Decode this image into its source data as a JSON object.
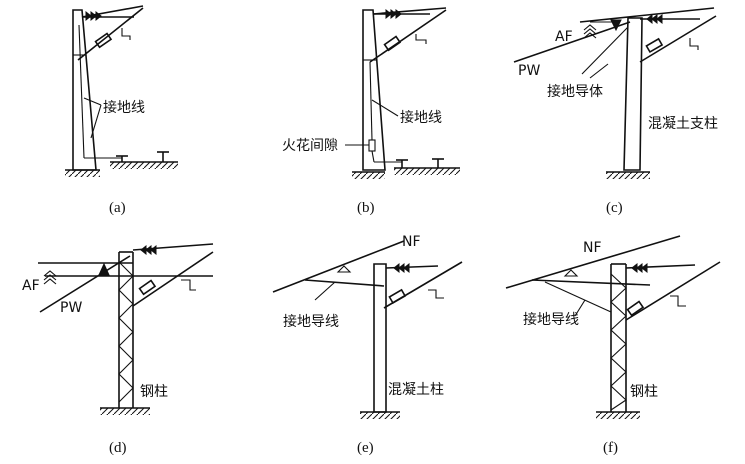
{
  "panels": [
    {
      "id": "a",
      "caption": "(a)",
      "labels": {
        "ground_wire": "接地线"
      }
    },
    {
      "id": "b",
      "caption": "(b)",
      "labels": {
        "spark_gap": "火花间隙",
        "ground_wire": "接地线"
      }
    },
    {
      "id": "c",
      "caption": "(c)",
      "labels": {
        "af": "AF",
        "pw": "PW",
        "ground_conductor": "接地导体",
        "pole": "混凝土支柱"
      }
    },
    {
      "id": "d",
      "caption": "(d)",
      "labels": {
        "af": "AF",
        "pw": "PW",
        "pole": "钢柱"
      }
    },
    {
      "id": "e",
      "caption": "(e)",
      "labels": {
        "nf": "NF",
        "ground_line": "接地导线",
        "pole": "混凝土柱"
      }
    },
    {
      "id": "f",
      "caption": "(f)",
      "labels": {
        "nf": "NF",
        "ground_line": "接地导线",
        "pole": "钢柱"
      }
    }
  ],
  "colors": {
    "ink": "#111111",
    "background": "#ffffff"
  }
}
